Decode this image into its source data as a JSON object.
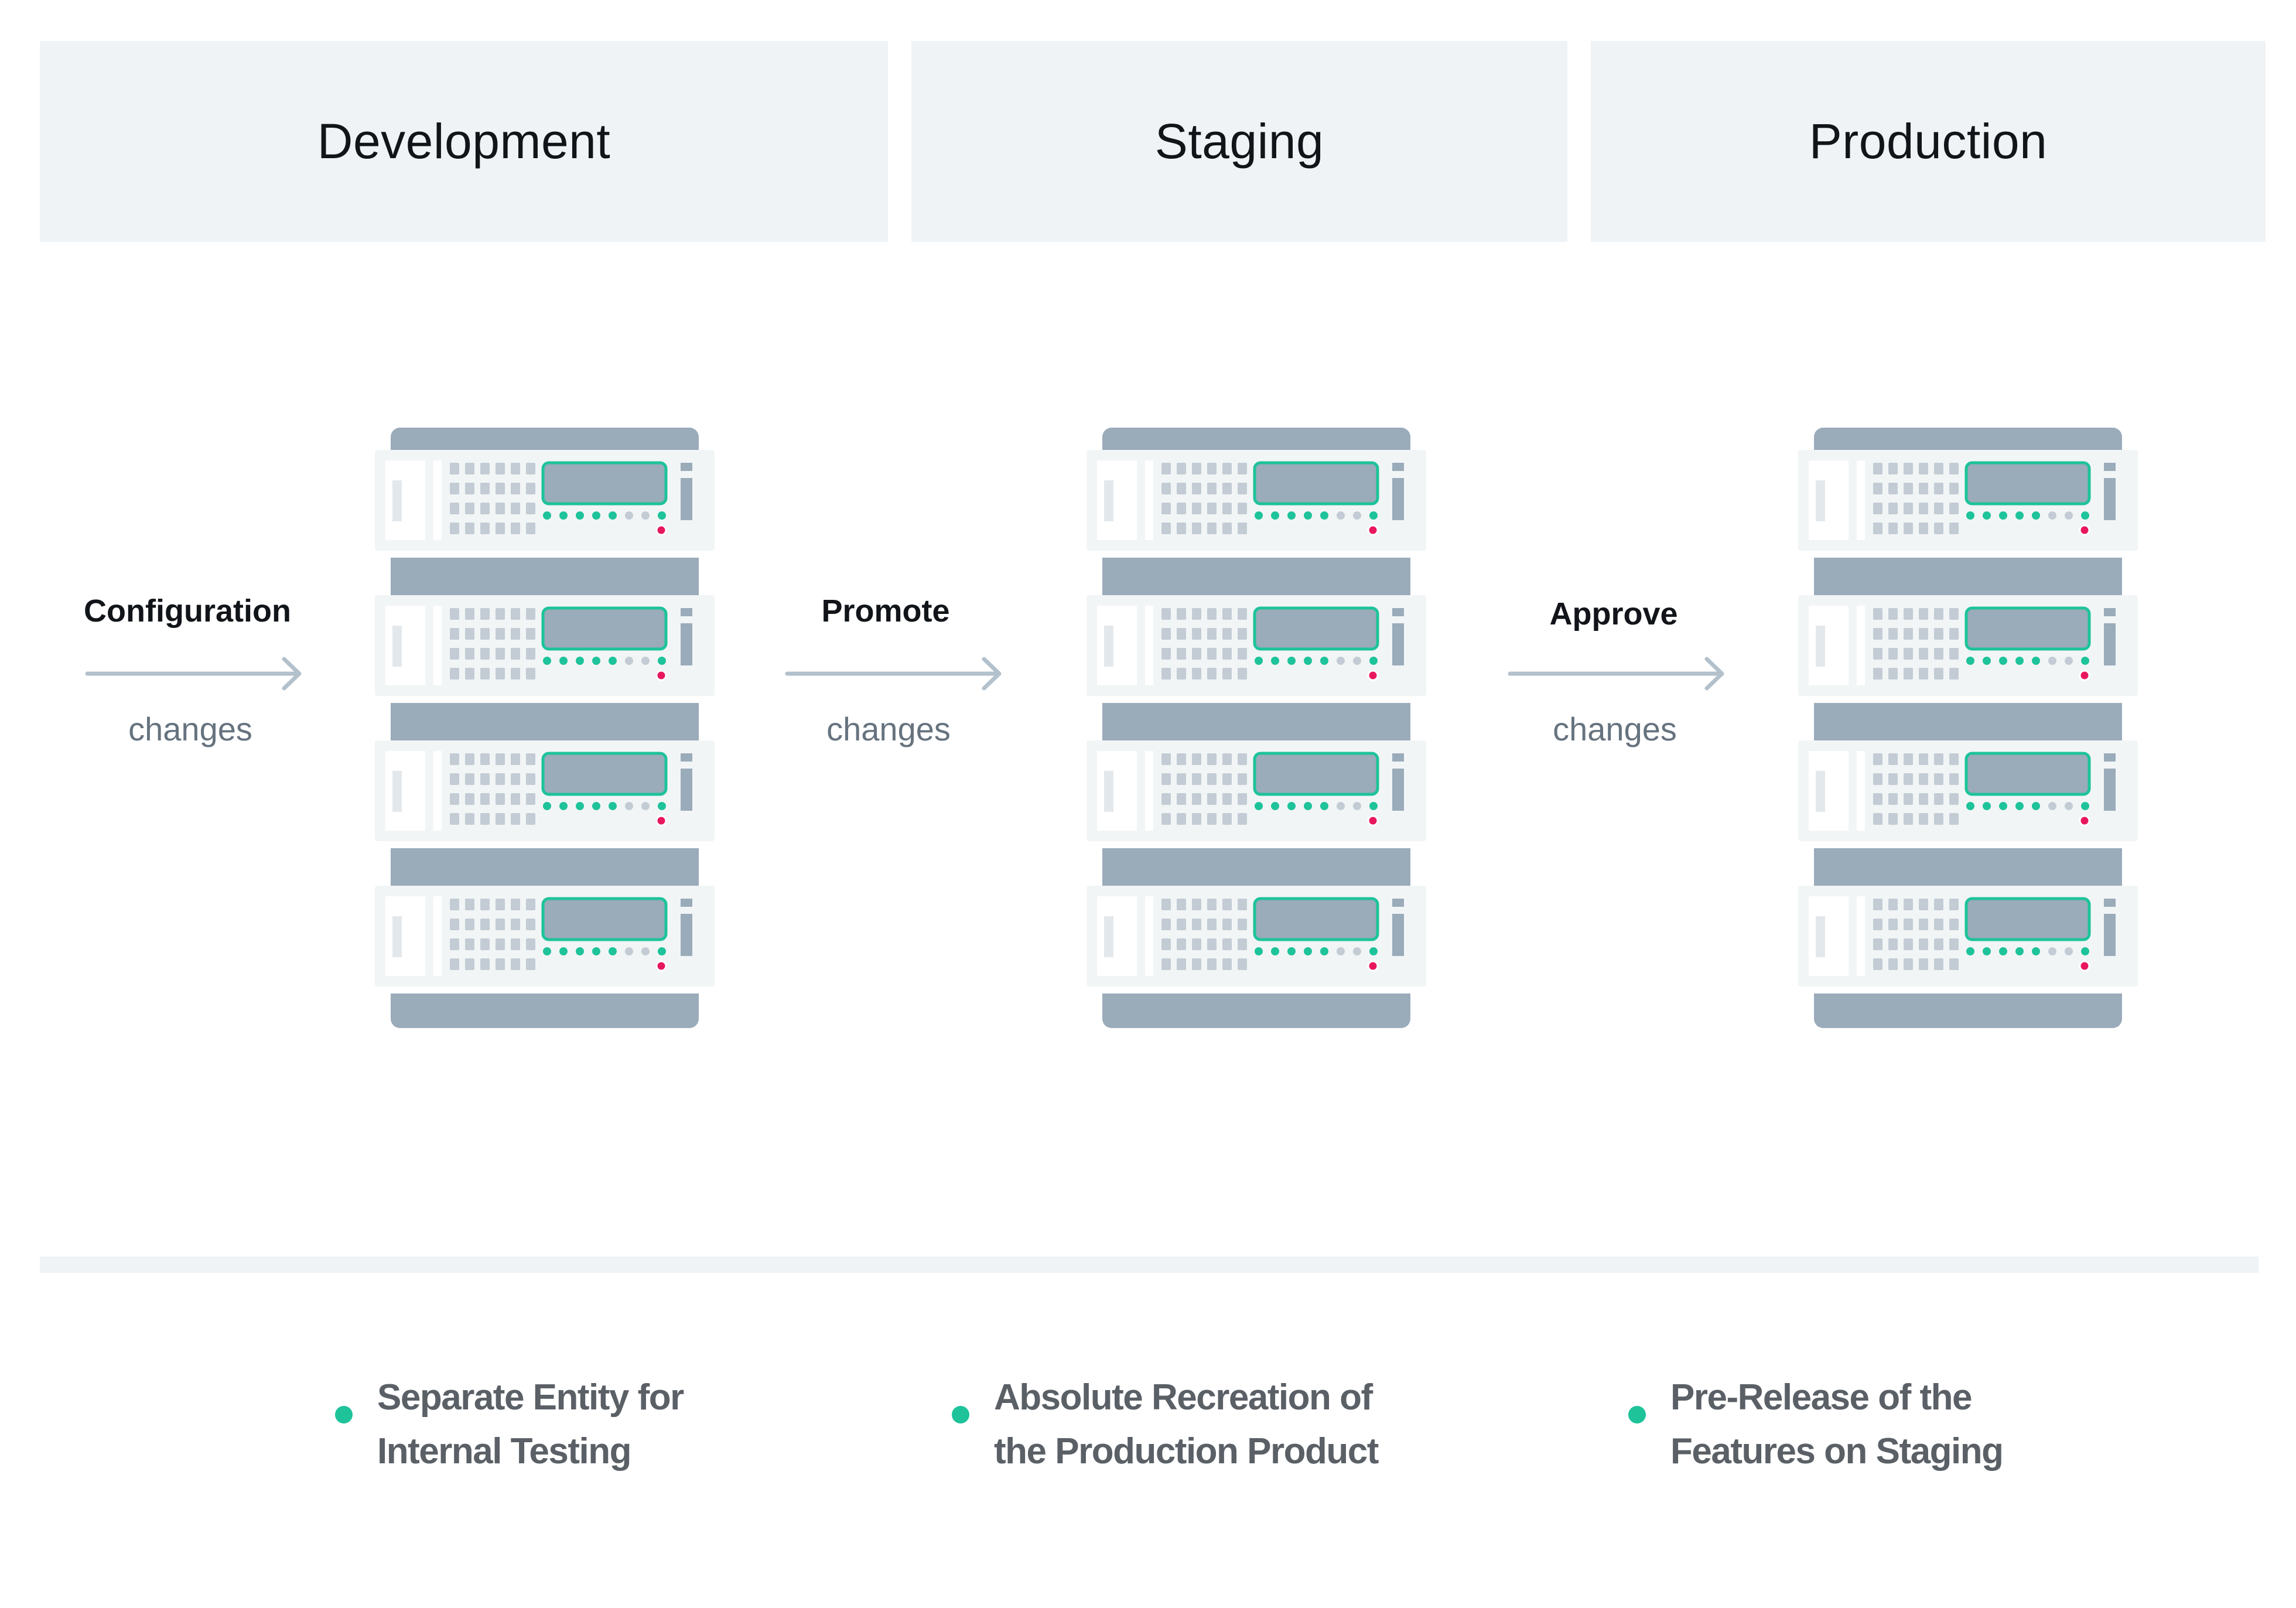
{
  "stages": [
    {
      "title": "Development"
    },
    {
      "title": "Staging"
    },
    {
      "title": "Production"
    }
  ],
  "transitions": [
    {
      "top": "Configuration",
      "bottom": "changes"
    },
    {
      "top": "Promote",
      "bottom": "changes"
    },
    {
      "top": "Approve",
      "bottom": "changes"
    }
  ],
  "features": [
    {
      "line1": "Separate Entity for",
      "line2": "Internal Testing"
    },
    {
      "line1": "Absolute Recreation of",
      "line2": "the Production Product"
    },
    {
      "line1": "Pre-Release of the",
      "line2": "Features on Staging"
    }
  ],
  "colors": {
    "header_bg": "#eff3f5",
    "accent_green": "#1ec39a",
    "rack_gray": "#9aabba",
    "arrow_gray": "#b3c1cc",
    "led_red": "#e8175d"
  }
}
